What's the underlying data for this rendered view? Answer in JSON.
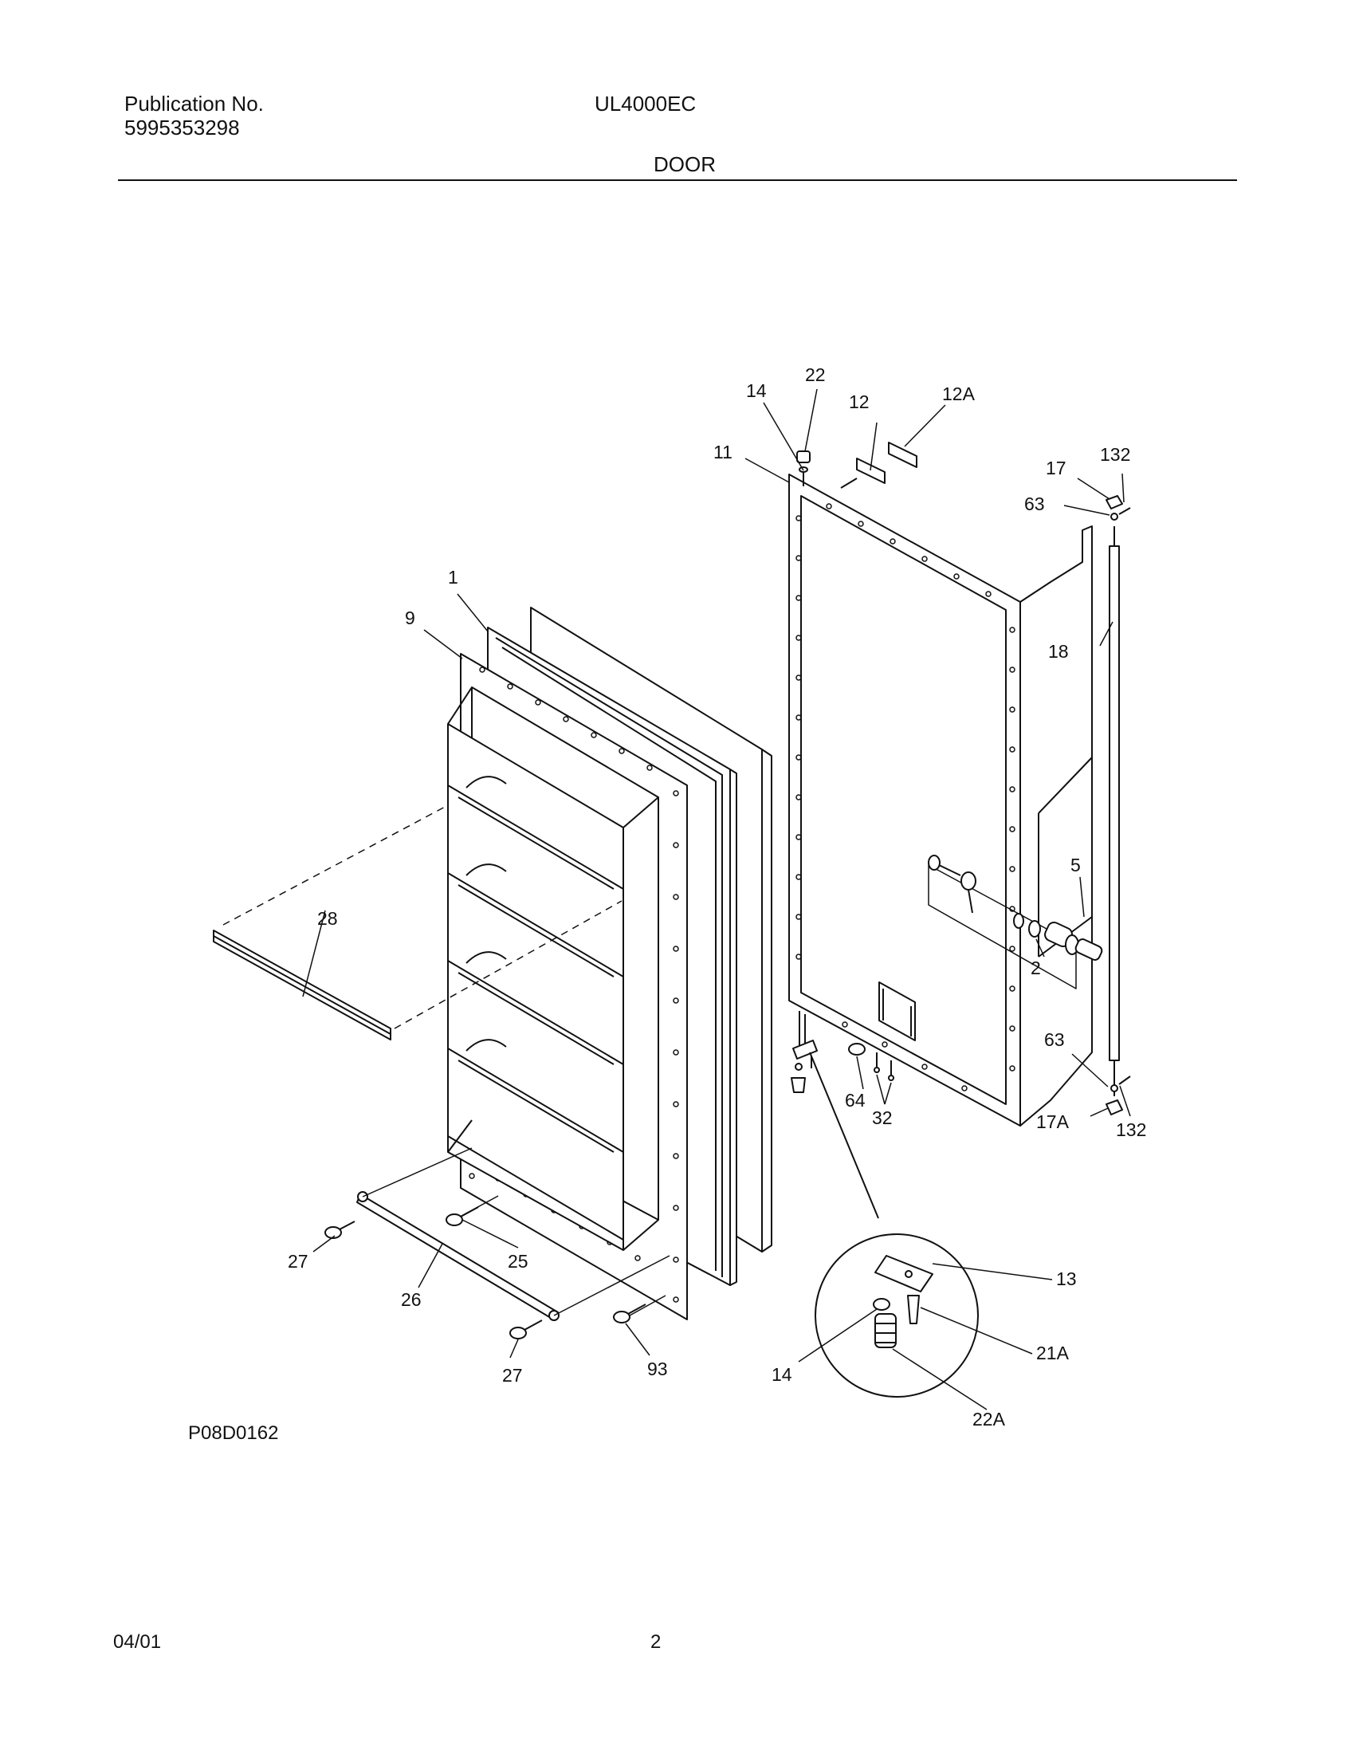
{
  "header": {
    "publication_label": "Publication No.",
    "publication_number": "5995353298",
    "model": "UL4000EC",
    "section": "DOOR"
  },
  "diagram": {
    "drawing_code": "P08D0162",
    "callouts": {
      "c1": "1",
      "c9": "9",
      "c28": "28",
      "c27a": "27",
      "c27b": "27",
      "c25": "25",
      "c26": "26",
      "c93": "93",
      "c14a": "14",
      "c22": "22",
      "c12": "12",
      "c12a": "12A",
      "c11": "11",
      "c17": "17",
      "c132a": "132",
      "c63a": "63",
      "c18": "18",
      "c5": "5",
      "c2": "2",
      "c63b": "63",
      "c17a": "17A",
      "c132b": "132",
      "c64": "64",
      "c32": "32",
      "c13": "13",
      "c21a": "21A",
      "c14b": "14",
      "c22a": "22A"
    }
  },
  "footer": {
    "date": "04/01",
    "page": "2"
  }
}
